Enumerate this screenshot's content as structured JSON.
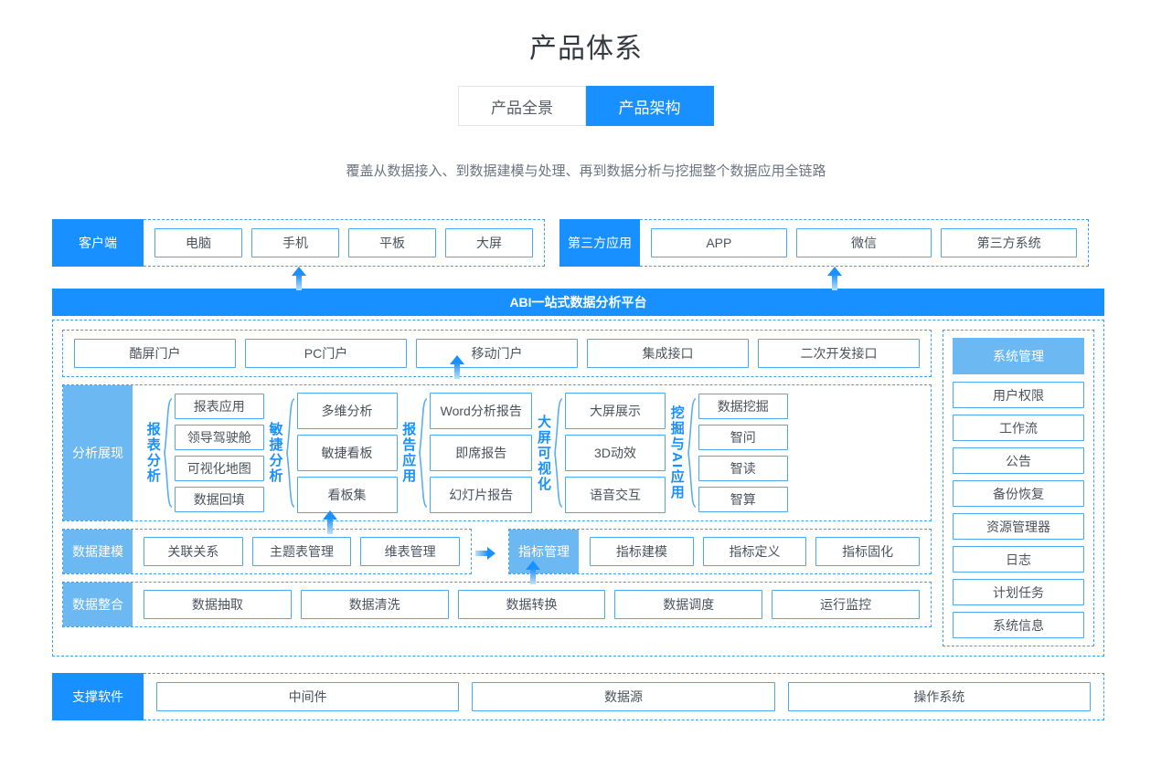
{
  "header": {
    "title": "产品体系",
    "tabs": [
      {
        "label": "产品全景",
        "active": false
      },
      {
        "label": "产品架构",
        "active": true
      }
    ],
    "subtitle": "覆盖从数据接入、到数据建模与处理、再到数据分析与挖掘整个数据应用全链路"
  },
  "colors": {
    "primary_blue": "#1890ff",
    "light_blue": "#6cb8f2",
    "box_border": "#4ba7f0",
    "dashed_border": "#3ba0f5",
    "text": "#4a525c"
  },
  "client_band": {
    "client": {
      "label": "客户端",
      "items": [
        "电脑",
        "手机",
        "平板",
        "大屏"
      ]
    },
    "third_party": {
      "label": "第三方应用",
      "items": [
        "APP",
        "微信",
        "第三方系统"
      ]
    }
  },
  "platform_bar": {
    "label": "ABI一站式数据分析平台"
  },
  "portal_row": {
    "items": [
      "酷屏门户",
      "PC门户",
      "移动门户",
      "集成接口",
      "二次开发接口"
    ]
  },
  "analysis": {
    "label": "分析展现",
    "clusters": [
      {
        "title": "报表分析",
        "items": [
          "报表应用",
          "领导驾驶舱",
          "可视化地图",
          "数据回填"
        ]
      },
      {
        "title": "敏捷分析",
        "items": [
          "多维分析",
          "敏捷看板",
          "看板集"
        ]
      },
      {
        "title": "报告应用",
        "items": [
          "Word分析报告",
          "即席报告",
          "幻灯片报告"
        ]
      },
      {
        "title": "大屏可视化",
        "items": [
          "大屏展示",
          "3D动效",
          "语音交互"
        ]
      },
      {
        "title": "挖掘与AI应用",
        "items": [
          "数据挖掘",
          "智问",
          "智读",
          "智算"
        ]
      }
    ]
  },
  "modeling": {
    "label": "数据建模",
    "items": [
      "关联关系",
      "主题表管理",
      "维表管理"
    ],
    "kpi_label": "指标管理",
    "kpi_items": [
      "指标建模",
      "指标定义",
      "指标固化"
    ]
  },
  "integration": {
    "label": "数据整合",
    "items": [
      "数据抽取",
      "数据清洗",
      "数据转换",
      "数据调度",
      "运行监控"
    ]
  },
  "system_management": {
    "label": "系统管理",
    "items": [
      "用户权限",
      "工作流",
      "公告",
      "备份恢复",
      "资源管理器",
      "日志",
      "计划任务",
      "系统信息"
    ]
  },
  "support": {
    "label": "支撑软件",
    "items": [
      "中间件",
      "数据源",
      "操作系统"
    ]
  }
}
